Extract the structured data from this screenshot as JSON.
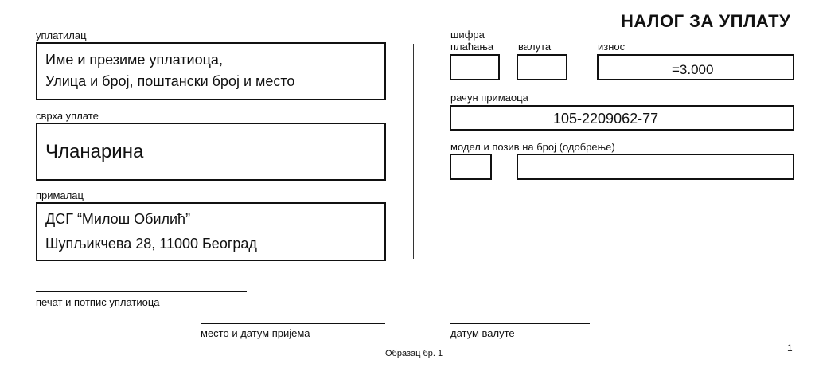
{
  "title": "НАЛОГ ЗА УПЛАТУ",
  "labels": {
    "payer": "уплатилац",
    "purpose": "сврха уплате",
    "recipient": "прималац",
    "payment_code_line1": "шифра",
    "payment_code_line2": "плаћања",
    "currency": "валута",
    "amount": "износ",
    "recipient_account": "рачун примаоца",
    "model_reference": "модел и позив на број (одобрење)",
    "payer_signature": "печат и потпис уплатиоца",
    "place_date_receipt": "место и датум пријема",
    "value_date": "датум валуте",
    "form_number": "Образац бр. 1",
    "page_number": "1"
  },
  "fields": {
    "payer_line1": "Име и презиме уплатиоца,",
    "payer_line2": "Улица и број, поштански број и место",
    "purpose": "Чланарина",
    "recipient_line1": "ДСГ “Милош Обилић”",
    "recipient_line2": "Шупљикчева 28, 11000 Београд",
    "payment_code": "",
    "currency": "",
    "amount": "=3.000",
    "recipient_account": "105-2209062-77",
    "model": "",
    "reference": ""
  }
}
